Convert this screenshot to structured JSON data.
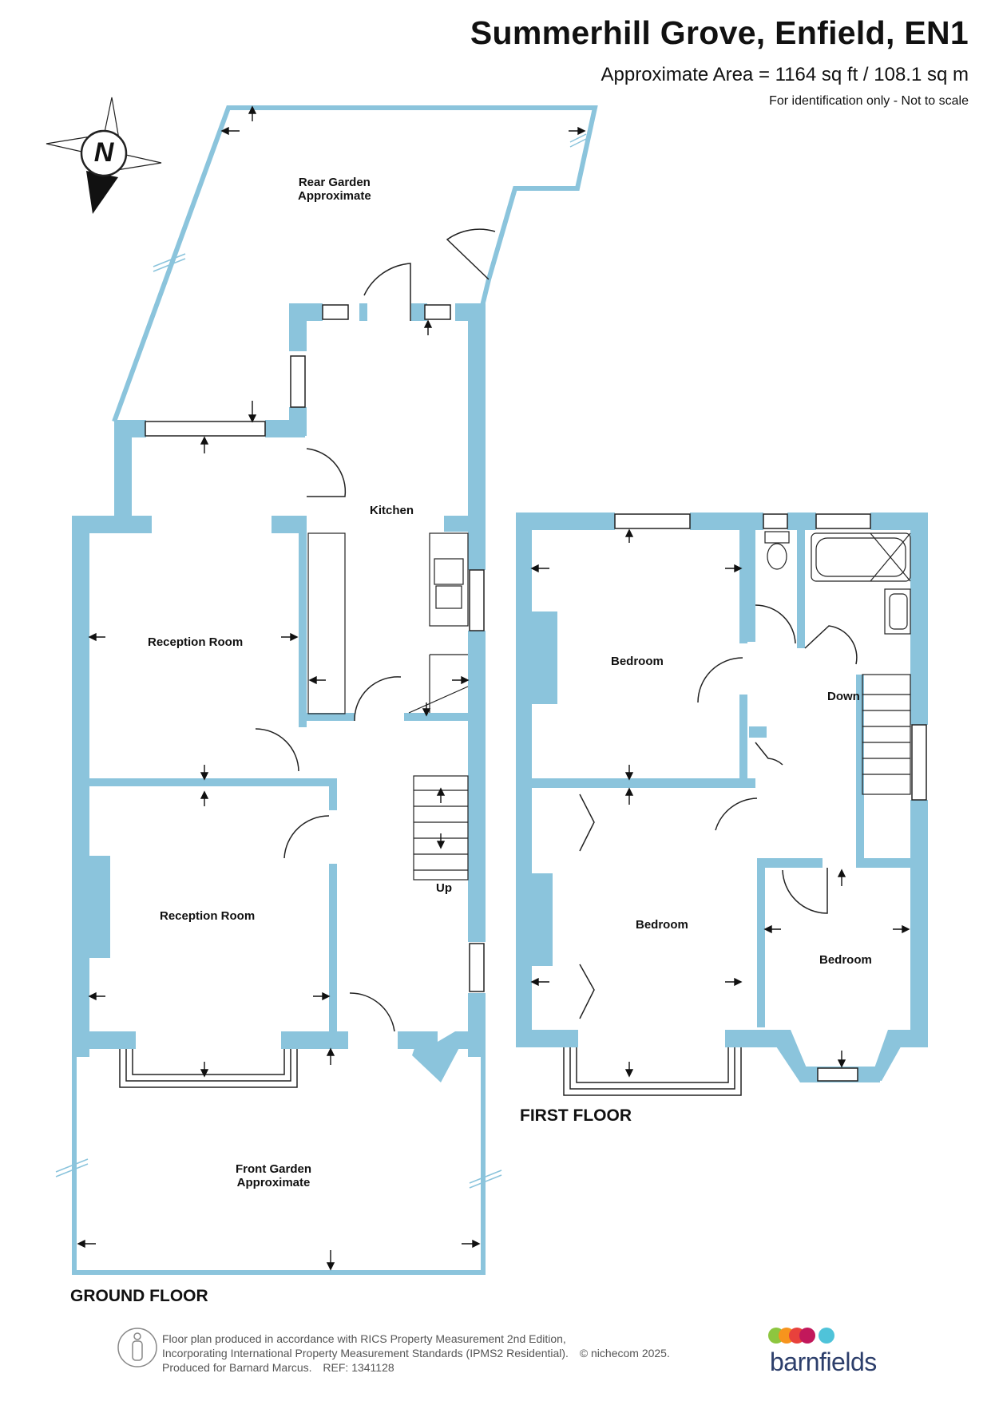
{
  "header": {
    "title": "Summerhill Grove, Enfield, EN1",
    "area": "Approximate Area = 1164 sq ft / 108.1 sq m",
    "note": "For identification only - Not to scale"
  },
  "compass": {
    "label": "N"
  },
  "ground_floor": {
    "label": "GROUND FLOOR",
    "rooms": {
      "rear_garden": [
        "Rear Garden",
        "Approximate"
      ],
      "kitchen": "Kitchen",
      "reception_1": "Reception Room",
      "reception_2": "Reception Room",
      "stairs": "Up",
      "front_garden": [
        "Front Garden",
        "Approximate"
      ]
    }
  },
  "first_floor": {
    "label": "FIRST FLOOR",
    "rooms": {
      "bedroom_1": "Bedroom",
      "bedroom_2": "Bedroom",
      "bedroom_3": "Bedroom",
      "stairs": "Down"
    }
  },
  "footer": {
    "line1": "Floor plan produced in accordance with RICS Property Measurement 2nd Edition,",
    "line2": "Incorporating International Property Measurement Standards (IPMS2 Residential).",
    "copyright": "© nichecom 2025.",
    "line3_a": "Produced for Barnard Marcus.",
    "line3_b": "REF:  1341128"
  },
  "brand": {
    "name": "barnfields",
    "dot_colors": [
      "#8dc63f",
      "#f7941d",
      "#e8413c",
      "#c2185b",
      "#4fc3d9"
    ]
  },
  "colors": {
    "wall": "#8bc4dc",
    "line": "#222222"
  }
}
